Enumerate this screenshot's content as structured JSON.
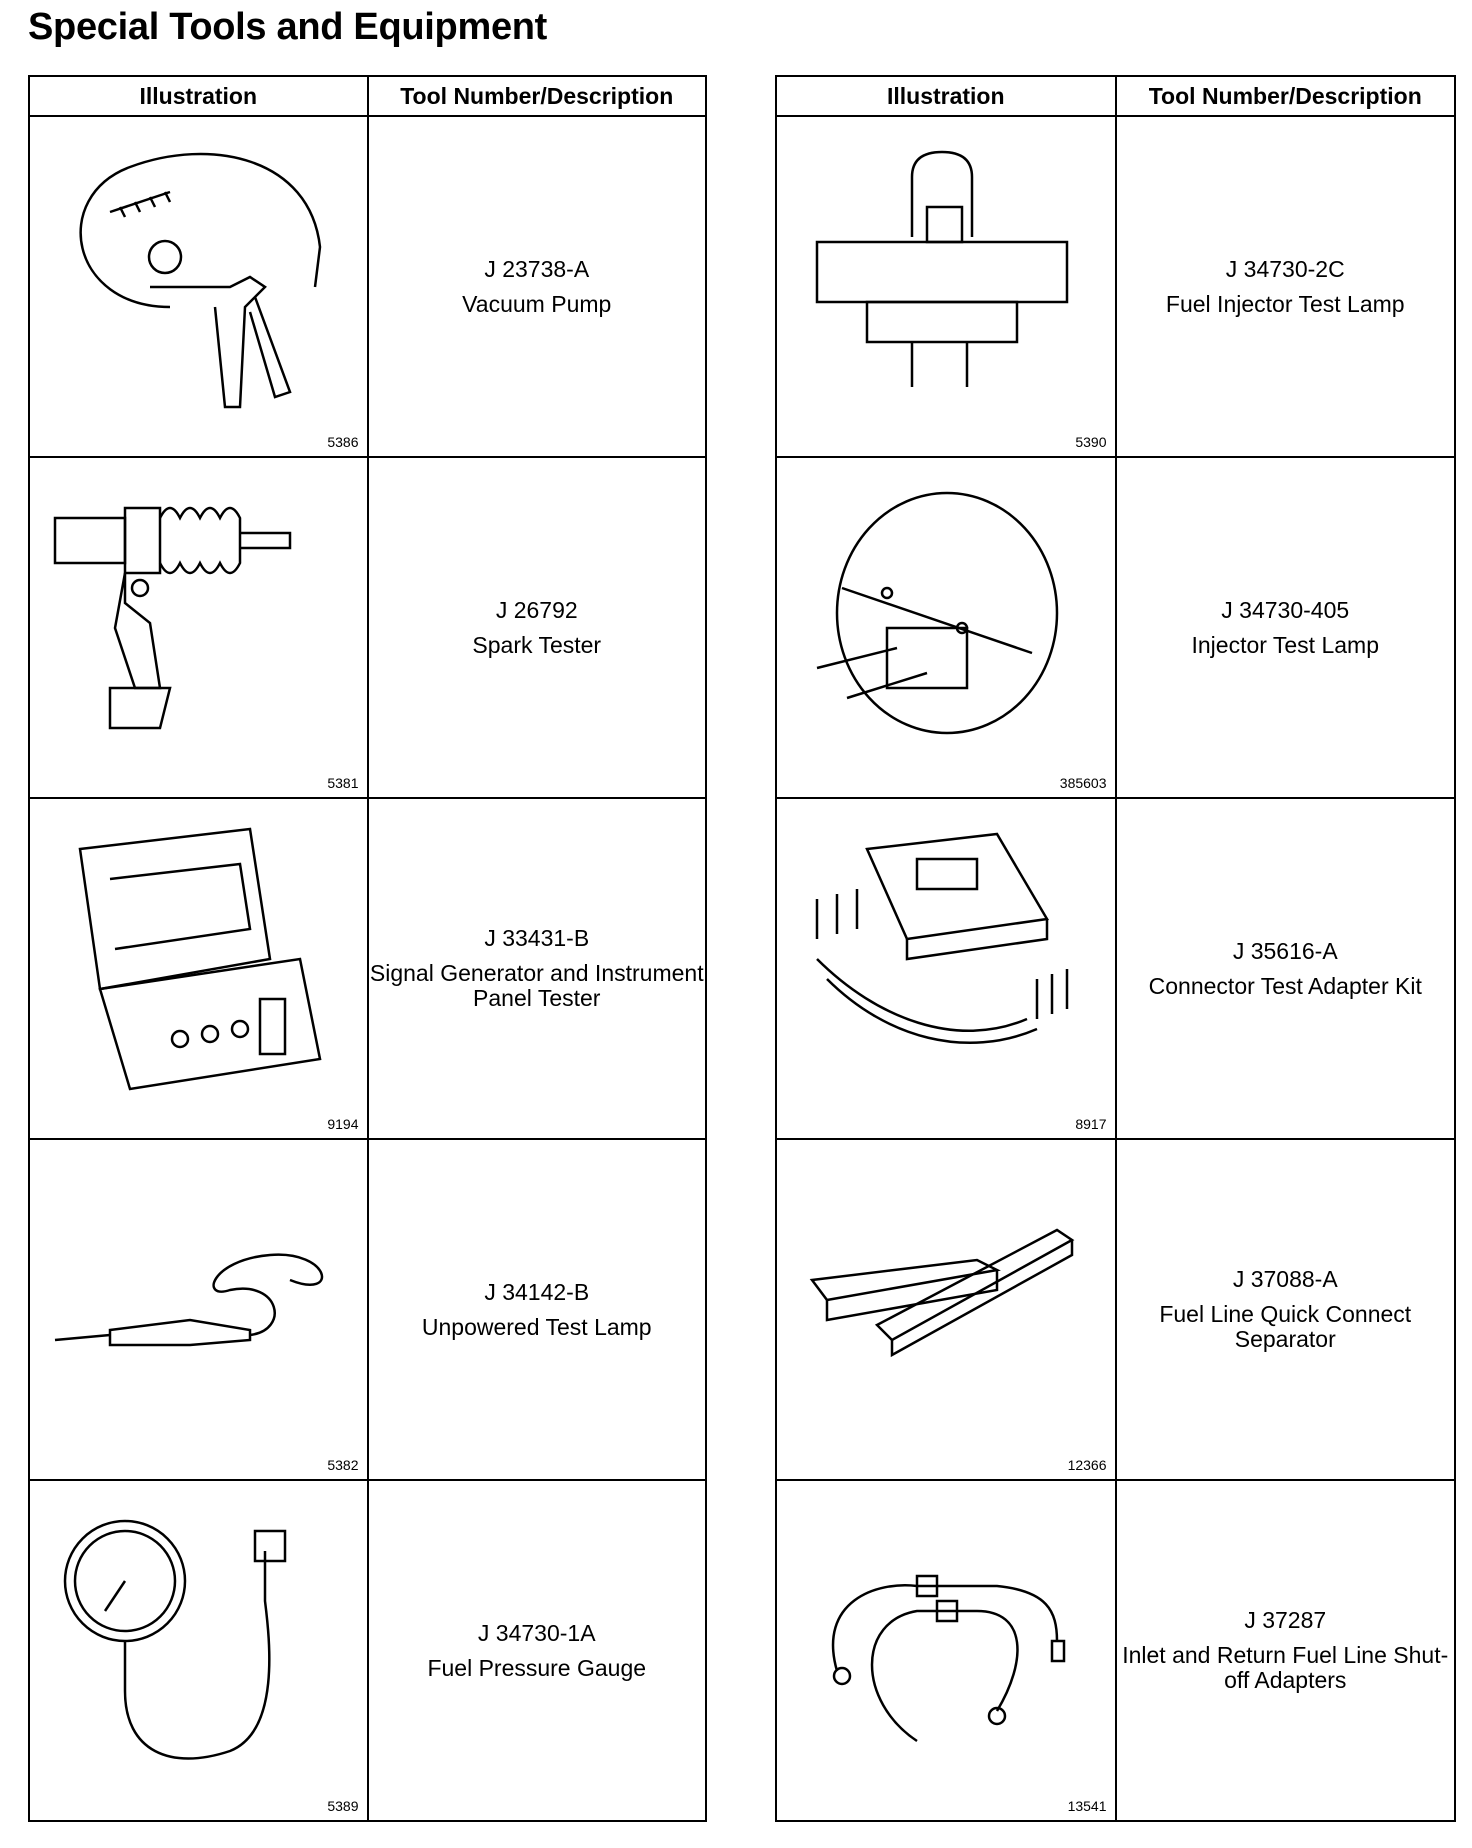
{
  "title": "Special Tools and Equipment",
  "headers": {
    "illustration": "Illustration",
    "tool": "Tool Number/Description"
  },
  "left": [
    {
      "number": "J 23738-A",
      "description": "Vacuum Pump",
      "figure": "5386",
      "icon": "vacuum-pump"
    },
    {
      "number": "J 26792",
      "description": "Spark Tester",
      "figure": "5381",
      "icon": "spark-tester"
    },
    {
      "number": "J 33431-B",
      "description": "Signal Generator and Instrument Panel Tester",
      "figure": "9194",
      "icon": "signal-generator-case"
    },
    {
      "number": "J 34142-B",
      "description": "Unpowered Test Lamp",
      "figure": "5382",
      "icon": "test-lamp"
    },
    {
      "number": "J 34730-1A",
      "description": "Fuel Pressure Gauge",
      "figure": "5389",
      "icon": "pressure-gauge"
    }
  ],
  "right": [
    {
      "number": "J 34730-2C",
      "description": "Fuel Injector Test Lamp",
      "figure": "5390",
      "icon": "injector-test-lamp"
    },
    {
      "number": "J 34730-405",
      "description": "Injector Test Lamp",
      "figure": "385603",
      "icon": "injector-lamp-round"
    },
    {
      "number": "J 35616-A",
      "description": "Connector Test Adapter Kit",
      "figure": "8917",
      "icon": "adapter-kit"
    },
    {
      "number": "J 37088-A",
      "description": "Fuel Line Quick Connect Separator",
      "figure": "12366",
      "icon": "quick-connect-separator"
    },
    {
      "number": "J 37287",
      "description": "Inlet and Return Fuel Line Shut-off Adapters",
      "figure": "13541",
      "icon": "shutoff-adapters"
    }
  ]
}
